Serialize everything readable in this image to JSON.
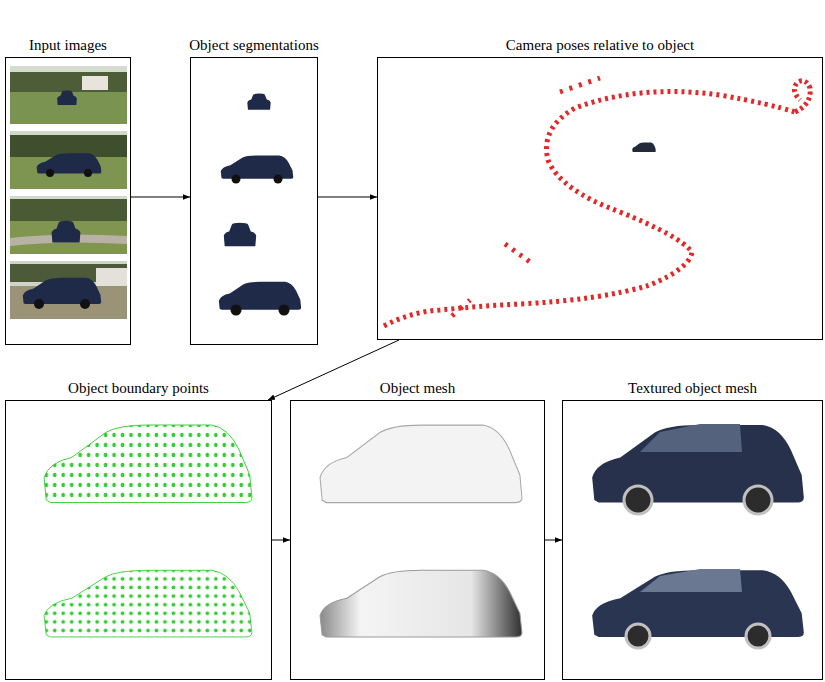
{
  "diagram": {
    "nodes": [
      {
        "text": [
          "Input images"
        ]
      },
      {
        "text": [
          "Object segmentations"
        ]
      },
      {
        "text": [
          "Camera poses relative to object"
        ]
      },
      {
        "text": [
          "Object boundary points"
        ]
      },
      {
        "text": [
          "Object mesh"
        ]
      },
      {
        "text": [
          "Textured object mesh"
        ]
      }
    ],
    "edges": [
      {
        "from": 0,
        "to": 1,
        "arrow": "to"
      },
      {
        "from": 1,
        "to": 2,
        "arrow": "to"
      },
      {
        "from": 2,
        "to": 3,
        "arrow": "to"
      },
      {
        "from": 3,
        "to": 4,
        "arrow": "to"
      },
      {
        "from": 4,
        "to": 5,
        "arrow": "to"
      }
    ]
  }
}
